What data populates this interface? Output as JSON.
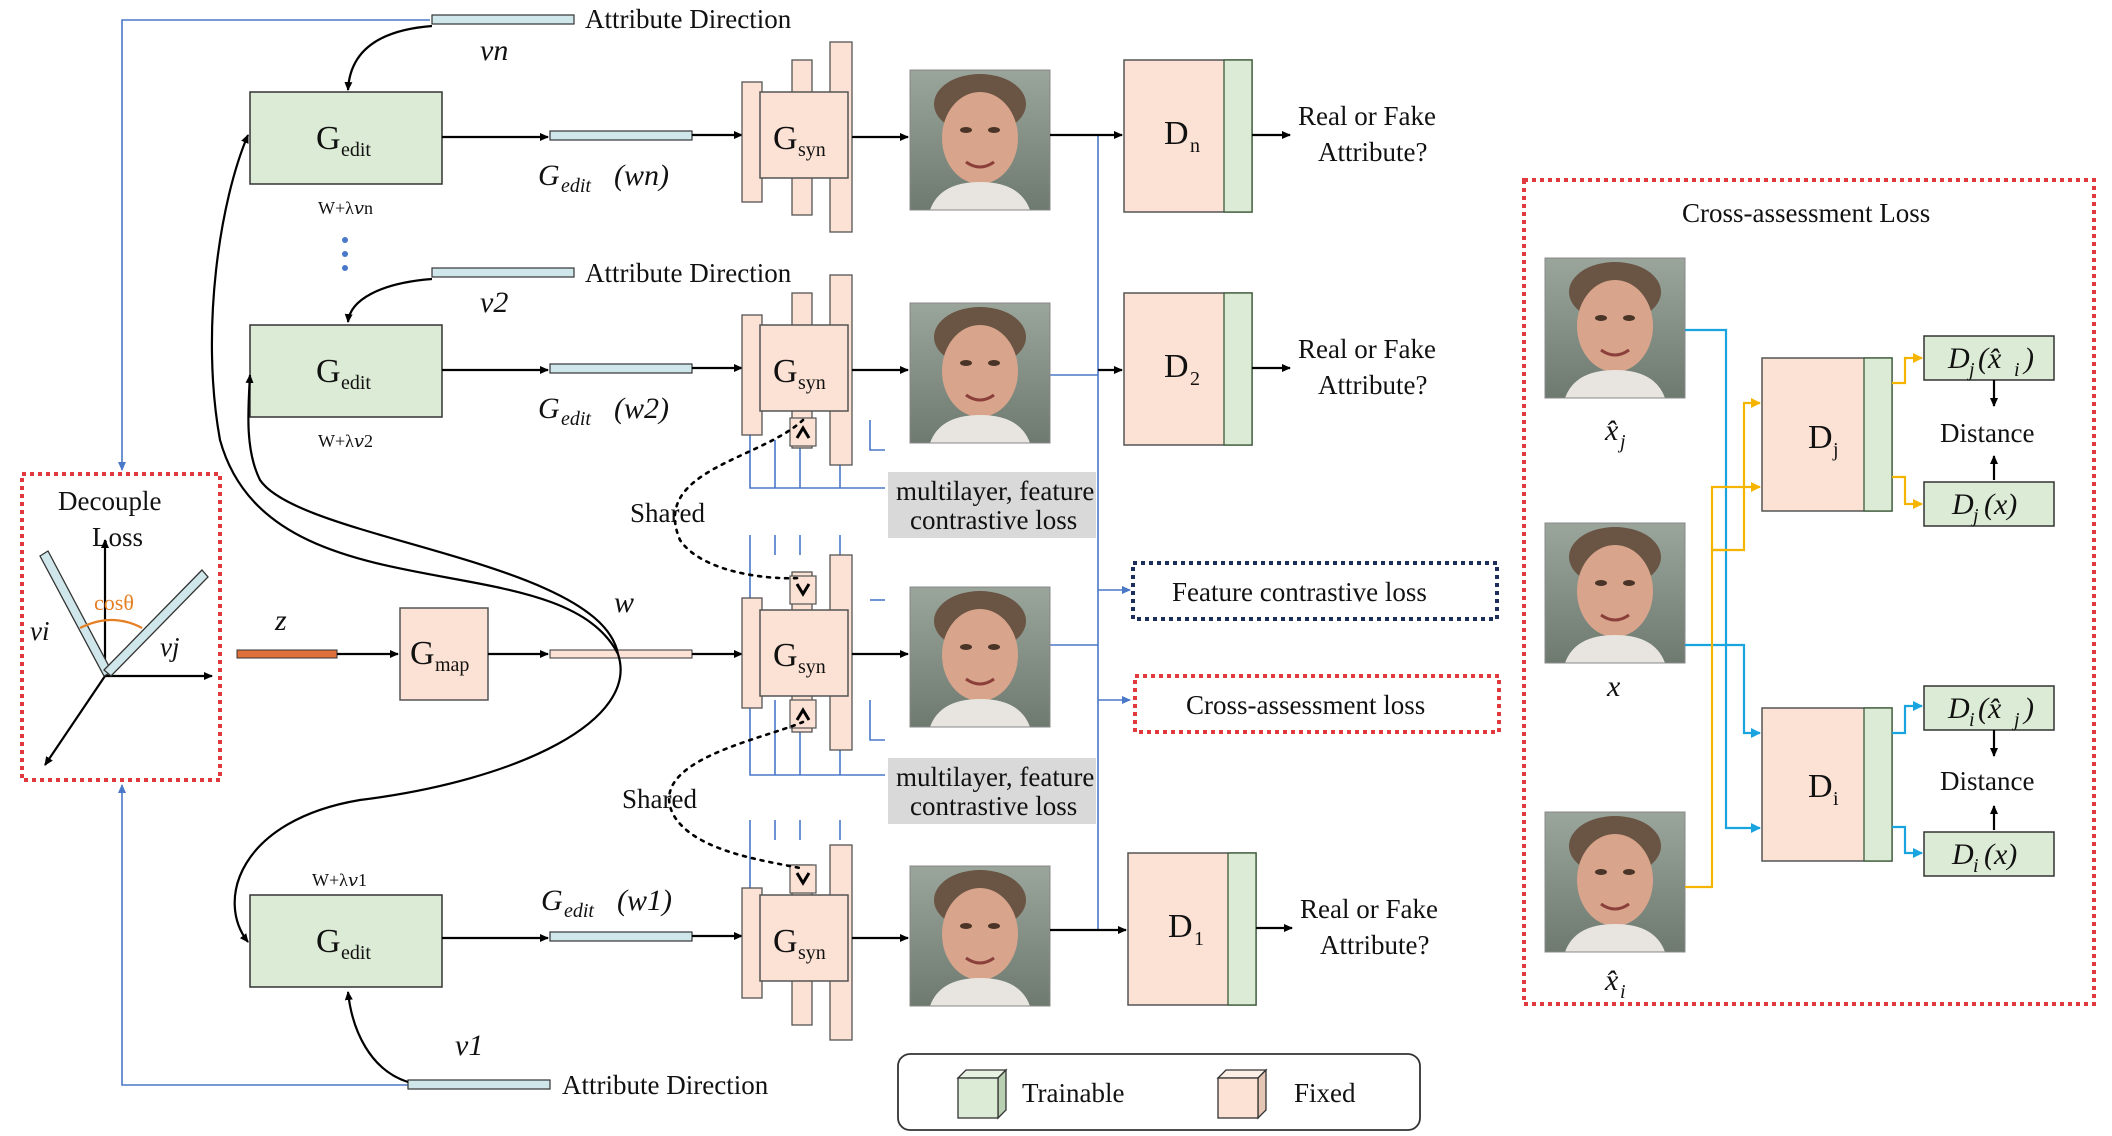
{
  "labels": {
    "attr_dir": "Attribute Direction",
    "vn": "vn",
    "v2": "v2",
    "v1": "v1",
    "z": "z",
    "w": "w",
    "g": "G",
    "edit_sub": "edit",
    "syn_sub": "syn",
    "map_sub": "map",
    "gedit_wn_a": "G",
    "gedit_wn_sub": "edit",
    "gedit_wn_b": "(wn)",
    "gedit_w2_b": "(w2)",
    "gedit_w1_b": "(w1)",
    "w_lambda_vn": "W+λ𝑣n",
    "w_lambda_v2": "W+λ𝑣2",
    "w_lambda_v1": "W+λ𝑣1",
    "shared": "Shared",
    "mfcl_line1": "multilayer, feature",
    "mfcl_line2": "contrastive loss",
    "d": "D",
    "dn_sub": "n",
    "d2_sub": "2",
    "d1_sub": "1",
    "real_fake": "Real or Fake",
    "attribute_q": "Attribute?",
    "feature_contrastive_loss": "Feature contrastive loss",
    "cross_assessment_loss": "Cross-assessment loss",
    "decouple_line1": "Decouple",
    "decouple_line2": "Loss",
    "cos_theta": "cosθ",
    "vi": "vi",
    "vj": "vj"
  },
  "cross_panel": {
    "title": "Cross-assessment Loss",
    "xj_label": "x̂",
    "xj_sub": "j",
    "x_label": "x",
    "xi_label": "x̂",
    "xi_sub": "i",
    "dj": "D",
    "dj_sub": "j",
    "di": "D",
    "di_sub": "i",
    "out_dj_xi": "D",
    "out_dj_xi_sub": "j",
    "out_dj_xi_arg": "(x̂",
    "out_dj_xi_arg_sub": "i",
    "out_close": ")",
    "out_dj_x": "D",
    "out_dj_x_sub": "j",
    "out_dj_x_arg": "(x)",
    "out_di_xj": "D",
    "out_di_xj_sub": "i",
    "out_di_xj_arg": "(x̂",
    "out_di_xj_arg_sub": "j",
    "out_di_x": "D",
    "out_di_x_sub": "i",
    "out_di_x_arg": "(x)",
    "distance": "Distance"
  },
  "legend": {
    "trainable": "Trainable",
    "fixed": "Fixed"
  },
  "colors": {
    "trainable_fill": "#dcebd5",
    "trainable_stroke": "#3b5a36",
    "fixed_fill": "#fbe2d5",
    "fixed_stroke": "#555555",
    "red_dotted": "#e0393e",
    "navy_dotted": "#1f2f5c",
    "blue_line": "#4a78c8",
    "cyan_arrow": "#19a4e0",
    "yellow_arrow": "#f4b400",
    "z_bar": "#e0703a",
    "vector_bar": "#cfe6ea",
    "gray_label_bg": "#d9d9d9",
    "cos_orange": "#e67e22"
  }
}
